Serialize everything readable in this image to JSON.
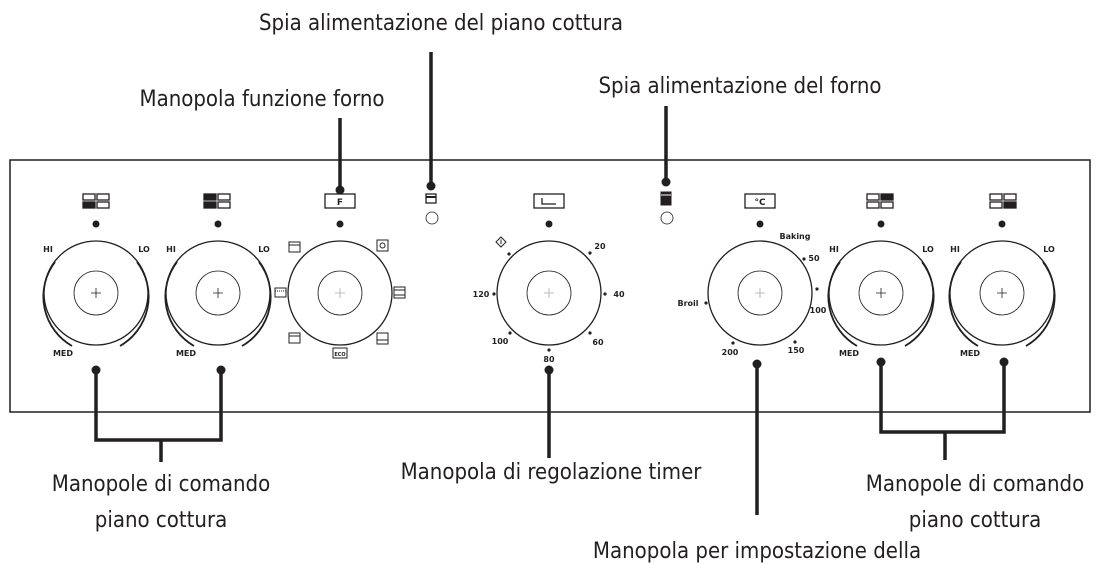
{
  "callouts": {
    "hob_power_light": "Spia alimentazione del piano cottura",
    "oven_function_knob": "Manopola funzione forno",
    "oven_power_light": "Spia alimentazione del forno",
    "hob_controls_left_line1": "Manopole di comando",
    "hob_controls_left_line2": "piano cottura",
    "timer_knob": "Manopola di regolazione timer",
    "hob_controls_right_line1": "Manopole di comando",
    "hob_controls_right_line2": "piano cottura",
    "temperature_knob": "Manopola per impostazione della"
  },
  "hob_knob_labels": {
    "hi": "HI",
    "lo": "LO",
    "med": "MED"
  },
  "function_knob_symbol": "F",
  "function_knob_eco": "ECO",
  "timer_marks": [
    "20",
    "40",
    "60",
    "80",
    "100",
    "120"
  ],
  "temperature_marks": {
    "baking": "Baking",
    "m50": "50",
    "m100": "100",
    "m150": "150",
    "m200": "200",
    "broil": "Broil"
  },
  "temperature_symbol": "°C",
  "colors": {
    "ink": "#231f20",
    "background": "#ffffff"
  }
}
